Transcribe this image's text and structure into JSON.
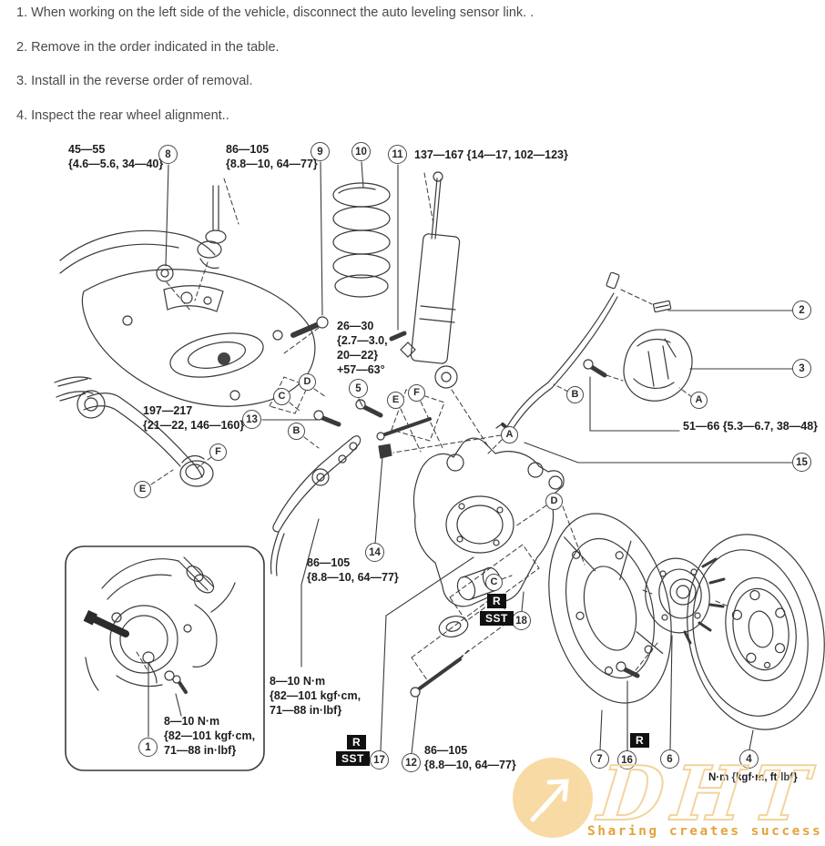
{
  "instructions": {
    "items": [
      "1. When working on the left side of the vehicle, disconnect the auto leveling sensor link. .",
      "2. Remove in the order indicated in the table.",
      "3. Install in the reverse order of removal.",
      "4. Inspect the rear wheel alignment.."
    ]
  },
  "diagram": {
    "torque_labels": [
      {
        "name": "upper-mount-nut",
        "lines": [
          "45—55",
          "{4.6—5.6, 34—40}"
        ]
      },
      {
        "name": "lower-arm-bolt",
        "lines": [
          "86—105",
          "{8.8—10, 64—77}"
        ]
      },
      {
        "name": "shock-upper",
        "lines": [
          "137—167 {14—17, 102—123}"
        ]
      },
      {
        "name": "shock-lower",
        "lines": [
          "26—30",
          "{2.7—3.0,",
          "20—22}",
          "+57—63°"
        ]
      },
      {
        "name": "upper-arm",
        "lines": [
          "197—217",
          "{21—22, 146—160}"
        ]
      },
      {
        "name": "caliper-bolt",
        "lines": [
          "51—66 {5.3—6.7, 38—48}"
        ]
      },
      {
        "name": "toe-link",
        "lines": [
          "86—105",
          "{8.8—10, 64—77}"
        ]
      },
      {
        "name": "abs-sensor",
        "lines": [
          "8—10 N·m",
          "{82—101 kgf·cm,",
          "71—88 in·lbf}"
        ]
      },
      {
        "name": "abs-sensor-inset",
        "lines": [
          "8—10 N·m",
          "{82—101 kgf·cm,",
          "71—88 in·lbf}"
        ]
      },
      {
        "name": "lateral-link",
        "lines": [
          "86—105",
          "{8.8—10, 64—77}"
        ]
      }
    ],
    "units_note": "N·m {kgf·m, ft·lbf}",
    "callouts": [
      "1",
      "2",
      "3",
      "4",
      "5",
      "6",
      "7",
      "8",
      "9",
      "10",
      "11",
      "12",
      "13",
      "14",
      "15",
      "16",
      "17",
      "18"
    ],
    "letters": {
      "A": "A",
      "B": "B",
      "C": "C",
      "D": "D",
      "E": "E",
      "F": "F"
    },
    "badges": {
      "r": "R",
      "sst": "SST"
    }
  },
  "watermark": {
    "logo": "DHT",
    "slogan": "Sharing creates success"
  }
}
